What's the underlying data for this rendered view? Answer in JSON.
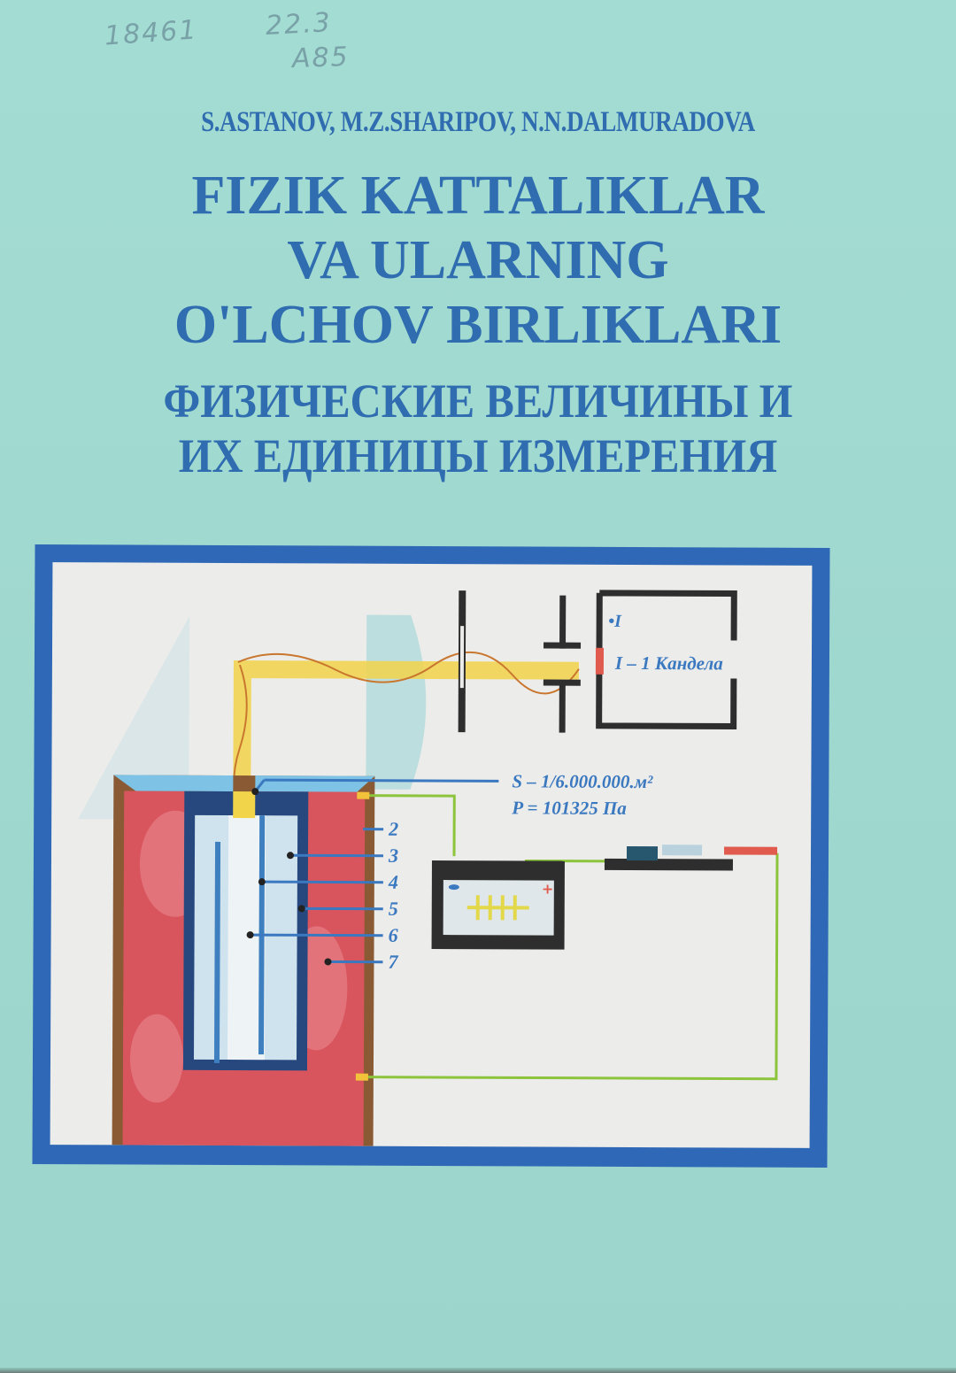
{
  "handwritten_notes": {
    "line1": "18461",
    "line2": "22.3",
    "line3": "A85"
  },
  "authors": "S.ASTANOV, M.Z.SHARIPOV, N.N.DALMURADOVA",
  "title_uz": {
    "line1": "FIZIK KATTALIKLAR",
    "line2": "VA ULARNING",
    "line3": "O'LCHOV BIRLIKLARI"
  },
  "title_ru": {
    "line1": "ФИЗИЧЕСКИЕ ВЕЛИЧИНЫ И",
    "line2": "ИХ ЕДИНИЦЫ ИЗМЕРЕНИЯ"
  },
  "diagram": {
    "point_label": "•I",
    "candela_label": "I – 1 Кандела",
    "area_label": "S – 1/6.000.000.м²",
    "pressure_label": "P = 101325 Па",
    "numbered_labels": [
      "2",
      "3",
      "4",
      "5",
      "6",
      "7"
    ]
  },
  "colors": {
    "cover_background": "#9fd8cf",
    "title_blue": "#2f6cb0",
    "frame_blue": "#2f68b6",
    "panel": "#ececea",
    "beam_yellow": "#f2d44a",
    "wire_green": "#8cc43c",
    "furnace_red": "#d9555e"
  }
}
